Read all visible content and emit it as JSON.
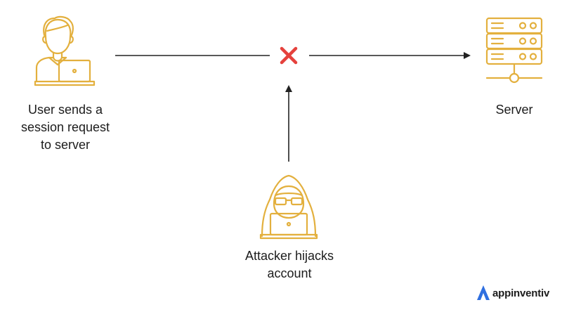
{
  "diagram": {
    "user_label_lines": [
      "User sends a",
      "session request",
      "to server"
    ],
    "server_label": "Server",
    "attacker_label_lines": [
      "Attacker hijacks",
      "account"
    ],
    "blocked_marker": "x-mark"
  },
  "brand": {
    "name": "appinventiv",
    "logo_icon": "appinventiv-logo-icon"
  },
  "colors": {
    "icon_stroke": "#E3B03E",
    "arrow": "#222222",
    "blocked_x": "#E5413C",
    "brand_blue": "#2F6FE0",
    "text": "#1C1C1C"
  }
}
